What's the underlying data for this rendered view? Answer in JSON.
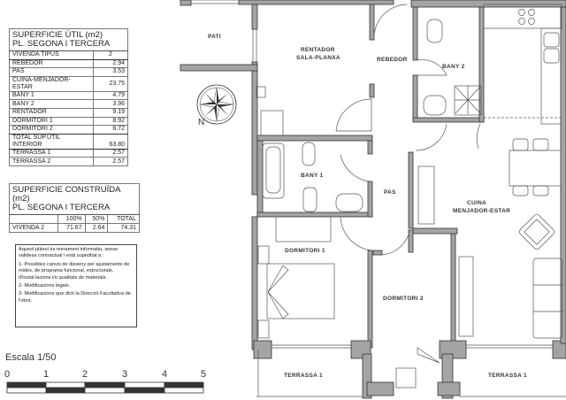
{
  "useful_area_table": {
    "title_line1": "SUPERFICIE ÚTIL (m2)",
    "title_line2": "PL. SEGONA I TERCERA",
    "header": {
      "label": "VIVENDA TIPUS",
      "value": "2"
    },
    "rows": [
      {
        "label": "REBEDOR",
        "value": "2.94"
      },
      {
        "label": "PAS",
        "value": "3.53"
      },
      {
        "label": "CUINA-MENJADOR-ESTAR",
        "value": "23.75"
      },
      {
        "label": "BANY 1",
        "value": "4.79"
      },
      {
        "label": "BANY 2",
        "value": "3.96"
      },
      {
        "label": "RENTADOR",
        "value": "9.19"
      },
      {
        "label": "DORMITORI 1",
        "value": "8.92"
      },
      {
        "label": "DORMITORI 2",
        "value": "6.72"
      }
    ],
    "total": {
      "label_line1": "TOTAL SUP.ÚTIL",
      "label_line2": "INTERIOR",
      "value": "63.80"
    },
    "terraces": [
      {
        "label": "TERRASSA 1",
        "value": "2.57"
      },
      {
        "label": "TERRASSA 2",
        "value": "2.57"
      }
    ]
  },
  "built_area_table": {
    "title_line1": "SUPERFICIE CONSTRUÏDA (m2)",
    "title_line2": "PL. SEGONA I TERCERA",
    "columns": [
      "",
      "100%",
      "50%",
      "TOTAL"
    ],
    "row": {
      "label": "VIVENDA 2",
      "c100": "71.67",
      "c50": "2.64",
      "total": "74.31"
    }
  },
  "disclaimer": {
    "intro": "Aquest plànol és merament informatiu, sense validesa contractual i està supeditat a :",
    "item1": "1- Possibles canvis de disseny per ajustaments de mides, de programa funcional, estructurals, d'instal·lacions i/o qualitats de materials.",
    "item2": "2- Modificacions legals.",
    "item3": "3- Modificacions que dicti la Direcció Facultativa de l'obra."
  },
  "scale": {
    "label": "Escala 1/50",
    "ticks": [
      "0",
      "1",
      "2",
      "3",
      "4",
      "5"
    ]
  },
  "compass": {
    "north_label": "N"
  },
  "rooms": {
    "pati": "PATI",
    "rentador_line1": "RENTADOR",
    "rentador_line2": "SALA-PLANXA",
    "rebedor": "REBEDOR",
    "bany2": "BANY 2",
    "bany1": "BANY 1",
    "pas": "PAS",
    "cuina_line1": "CUINA",
    "cuina_line2": "MENJADOR-ESTAR",
    "dormitori1": "DORMITORI 1",
    "dormitori2": "DORMITORI 2",
    "terrassa_left": "TERRASSA 1",
    "terrassa_right": "TERRASSA 1"
  },
  "colors": {
    "wall": "#9a9a9a",
    "wall_stroke": "#333333",
    "line": "#444444"
  }
}
